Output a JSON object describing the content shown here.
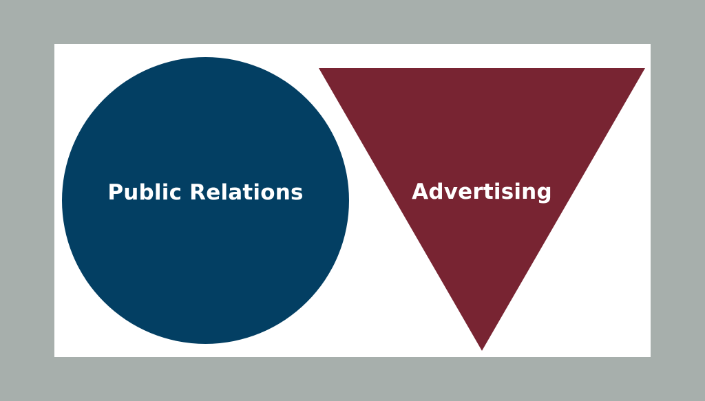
{
  "diagram": {
    "shapes": [
      {
        "shape": "circle",
        "label": "Public Relations",
        "color": "#033f63"
      },
      {
        "shape": "inverted-triangle",
        "label": "Advertising",
        "color": "#782432"
      }
    ]
  },
  "colors": {
    "frame": "#a7afac",
    "panel": "#ffffff"
  }
}
